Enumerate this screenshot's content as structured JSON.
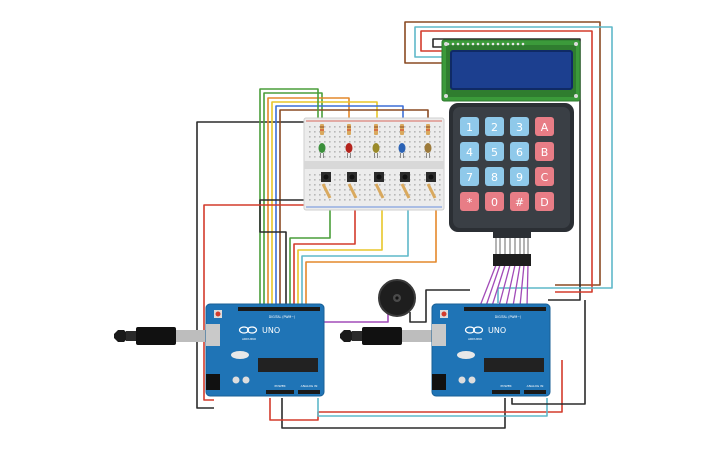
{
  "keypad": {
    "rows": [
      [
        {
          "label": "1",
          "kind": "num"
        },
        {
          "label": "2",
          "kind": "num"
        },
        {
          "label": "3",
          "kind": "num"
        },
        {
          "label": "A",
          "kind": "fn"
        }
      ],
      [
        {
          "label": "4",
          "kind": "num"
        },
        {
          "label": "5",
          "kind": "num"
        },
        {
          "label": "6",
          "kind": "num"
        },
        {
          "label": "B",
          "kind": "fn"
        }
      ],
      [
        {
          "label": "7",
          "kind": "num"
        },
        {
          "label": "8",
          "kind": "num"
        },
        {
          "label": "9",
          "kind": "num"
        },
        {
          "label": "C",
          "kind": "fn"
        }
      ],
      [
        {
          "label": "*",
          "kind": "fn"
        },
        {
          "label": "0",
          "kind": "fn"
        },
        {
          "label": "#",
          "kind": "fn"
        },
        {
          "label": "D",
          "kind": "fn"
        }
      ]
    ]
  },
  "boards": {
    "left": {
      "brand": "UNO",
      "maker": "ARDUINO",
      "digital_header": "DIGITAL (PWM~)",
      "power_header": "POWER",
      "analog_header": "ANALOG IN"
    },
    "right": {
      "brand": "UNO",
      "maker": "ARDUINO",
      "digital_header": "DIGITAL (PWM~)",
      "power_header": "POWER",
      "analog_header": "ANALOG IN"
    }
  },
  "leds": {
    "colors": [
      "#3a8f3a",
      "#b5241d",
      "#9a8a2a",
      "#2a62b5",
      "#9c7a3a"
    ]
  },
  "wire_colors": {
    "black": "#2b2b2b",
    "red": "#d33b2c",
    "orange": "#e4892b",
    "yellow": "#e8c62a",
    "green": "#4a9e3a",
    "blue": "#3d6fd6",
    "cyan": "#5fb8c9",
    "brown": "#8a4a22",
    "purple": "#a24bb8"
  },
  "component_colors": {
    "board": "#1f74b6",
    "board_dark": "#185f96",
    "lcd_pcb": "#3b9a3a",
    "lcd_screen": "#1c3f8f",
    "keypad_body": "#2b2f34",
    "key_num": "#8fc9ea",
    "key_fn": "#e87d86",
    "breadboard": "#ececec",
    "buzzer": "#1e1e1e"
  }
}
